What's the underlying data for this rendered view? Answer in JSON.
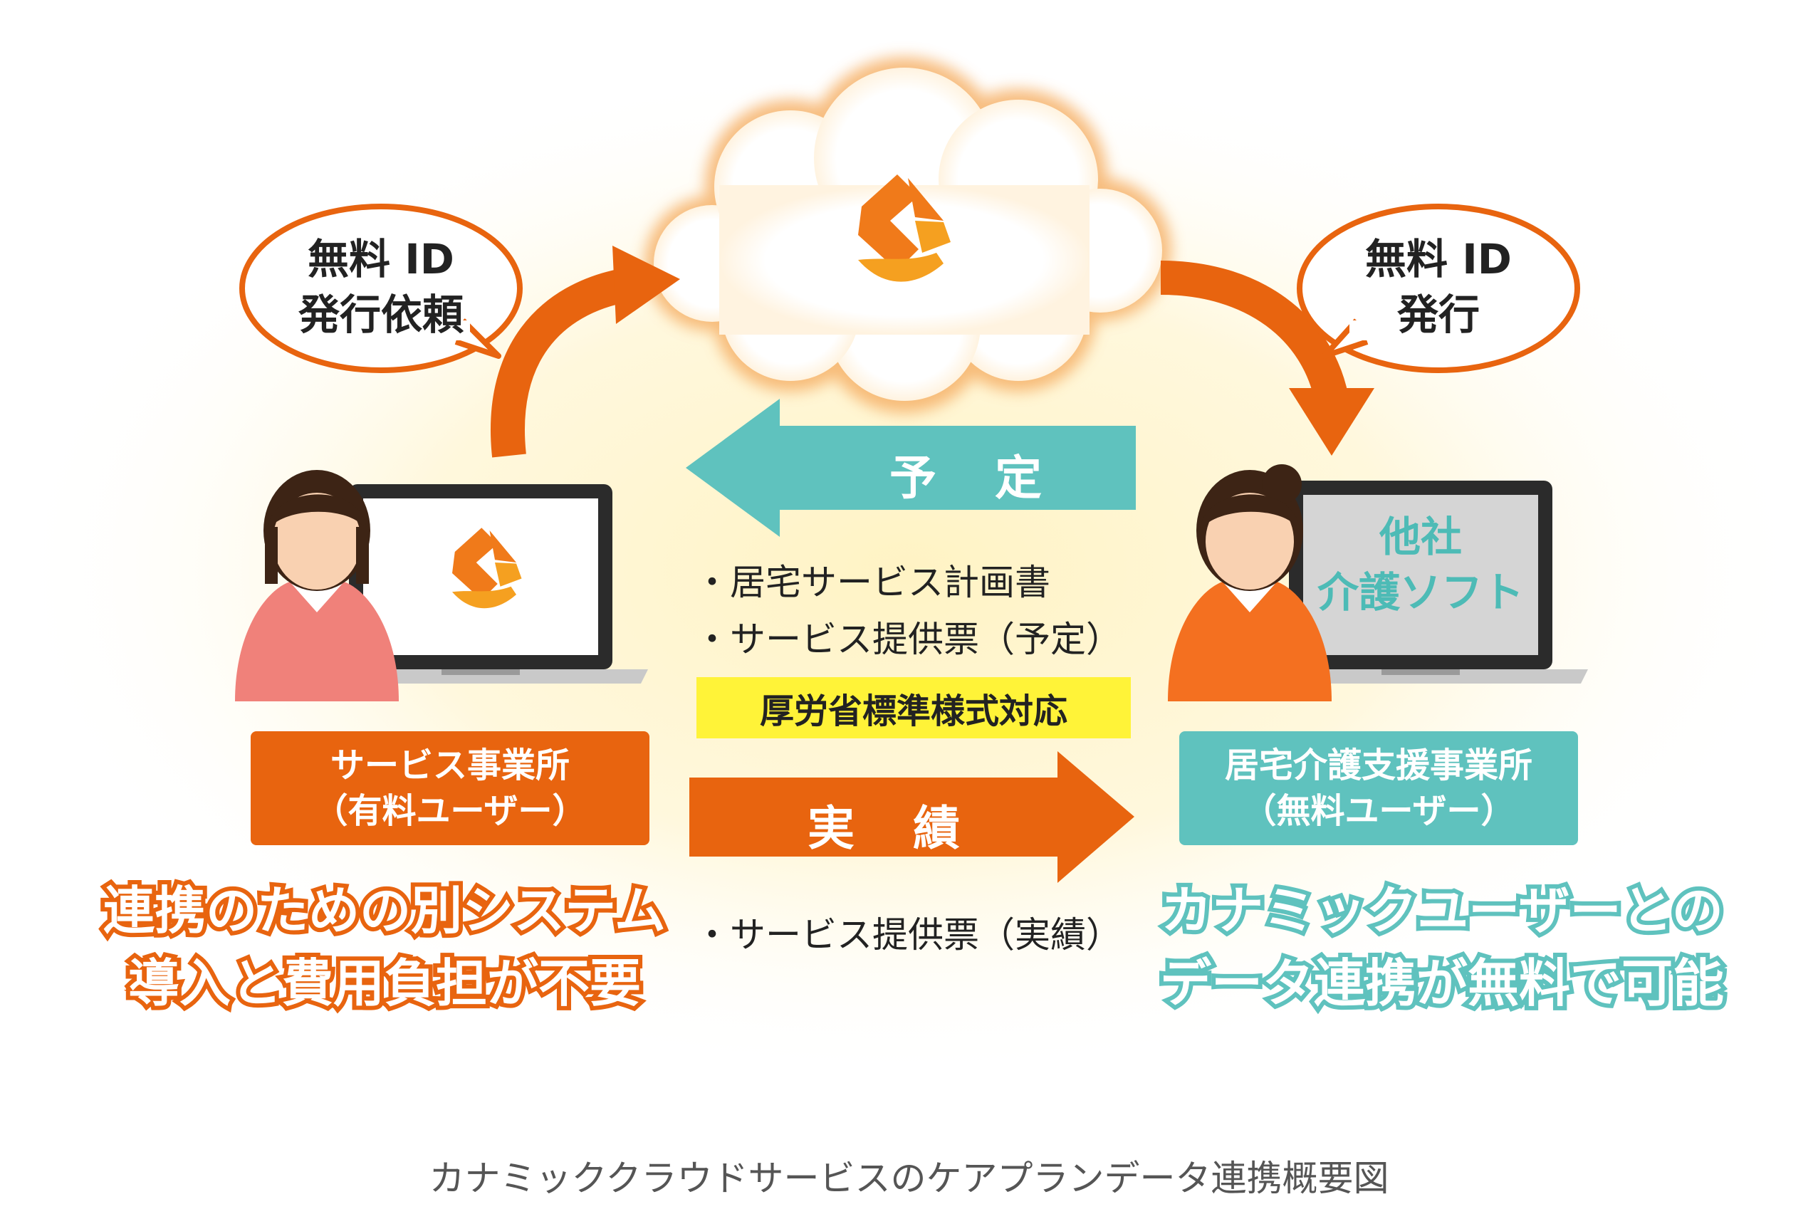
{
  "bubbles": {
    "left": {
      "line1": "無料 ID",
      "line2": "発行依頼"
    },
    "right": {
      "line1": "無料 ID",
      "line2": "発行"
    }
  },
  "arrows": {
    "schedule_label": "予　定",
    "actual_label": "実　績"
  },
  "schedule_items": [
    "・居宅サービス計画書",
    "・サービス提供票（予定）"
  ],
  "standard_badge": "厚労省標準様式対応",
  "actual_items": [
    "・サービス提供票（実績）"
  ],
  "right_screen": {
    "line1": "他社",
    "line2": "介護ソフト"
  },
  "left_role": {
    "line1": "サービス事業所",
    "line2": "（有料ユーザー）"
  },
  "right_role": {
    "line1": "居宅介護支援事業所",
    "line2": "（無料ユーザー）"
  },
  "left_benefit": {
    "line1": "連携のための別システム",
    "line2": "導入と費用負担が不要"
  },
  "right_benefit": {
    "line1": "カナミックユーザーとの",
    "line2": "データ連携が無料で可能"
  },
  "caption": "カナミッククラウドサービスのケアプランデータ連携概要図",
  "colors": {
    "orange": "#e8640f",
    "teal": "#5fc2be",
    "yellow": "#fff338",
    "glow": "#fff3c4"
  }
}
